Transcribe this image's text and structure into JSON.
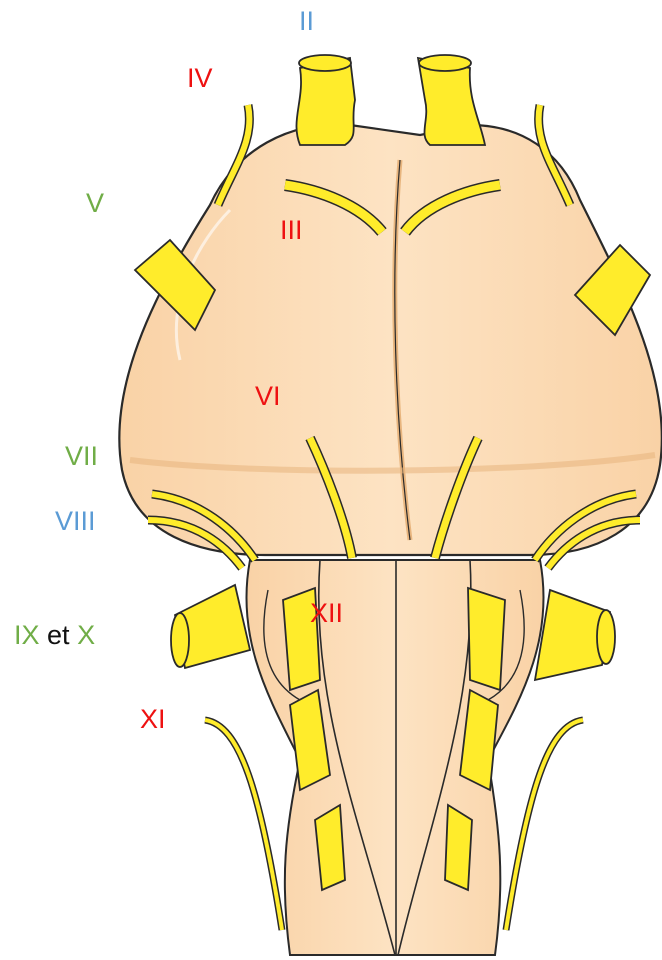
{
  "labels": {
    "II": "II",
    "IV": "IV",
    "V": "V",
    "III": "III",
    "VI": "VI",
    "VII": "VII",
    "VIII": "VIII",
    "IX": "IX",
    "et": "et",
    "X": "X",
    "XII": "XII",
    "XI": "XI"
  },
  "colors": {
    "motor": "#ee1111",
    "mixed": "#70ad47",
    "sensory": "#5b9bd5",
    "connector": "#111111",
    "nerve": "#ffec2b",
    "tissue": "#fcdcb4",
    "outline": "#2a2a2a"
  }
}
